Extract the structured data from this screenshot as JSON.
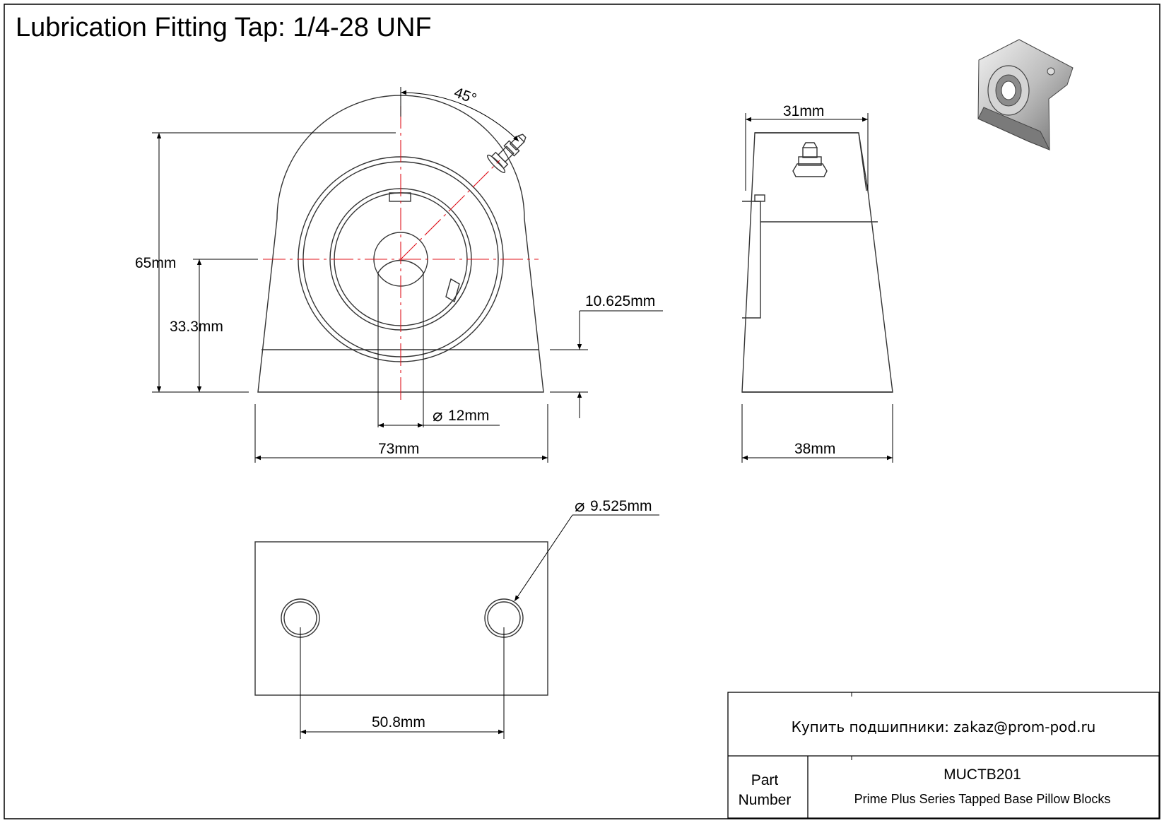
{
  "title": "Lubrication Fitting Tap: 1/4-28 UNF",
  "dimensions": {
    "angle": "45°",
    "height_total": "65mm",
    "height_center": "33.3mm",
    "base_thickness": "10.625mm",
    "bore": "12mm",
    "width_total": "73mm",
    "side_top": "31mm",
    "side_bottom": "38mm",
    "hole_dia": "9.525mm",
    "hole_spacing": "50.8mm"
  },
  "title_block": {
    "contact": "Купить подшипники: zakaz@prom-pod.ru",
    "part_label_line1": "Part",
    "part_label_line2": "Number",
    "part_number": "MUCTB201",
    "description": "Prime Plus Series Tapped Base Pillow Blocks"
  },
  "colors": {
    "line": "#000000",
    "centerline": "#e0141e",
    "body_stroke": "#333333"
  }
}
